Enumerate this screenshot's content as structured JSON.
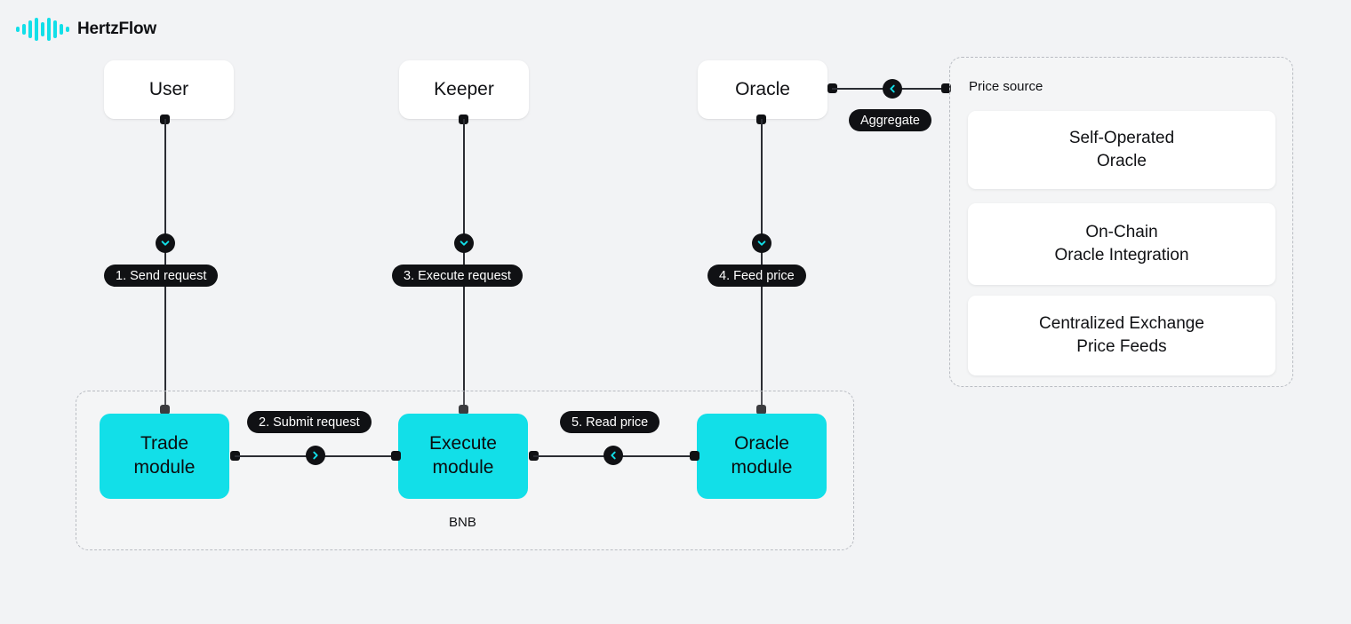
{
  "brand": {
    "name": "HertzFlow",
    "logo_icon": "audio-wave-icon",
    "accent_color": "#12dfe8",
    "bars": [
      6,
      12,
      20,
      26,
      16,
      26,
      20,
      12,
      6
    ]
  },
  "page": {
    "background_color": "#f2f3f5",
    "line_color": "#2b2d33",
    "node_fill": "#12dfe8",
    "label_fill": "#101114"
  },
  "actors": [
    {
      "label": "User"
    },
    {
      "label": "Keeper"
    },
    {
      "label": "Oracle"
    }
  ],
  "chain_group": {
    "caption": "BNB",
    "modules": [
      {
        "line1": "Trade",
        "line2": "module"
      },
      {
        "line1": "Execute",
        "line2": "module"
      },
      {
        "line1": "Oracle",
        "line2": "module"
      }
    ]
  },
  "price_source_panel": {
    "title": "Price source",
    "cards": [
      {
        "line1": "Self-Operated",
        "line2": "Oracle"
      },
      {
        "line1": "On-Chain",
        "line2": "Oracle Integration"
      },
      {
        "line1": "Centralized Exchange",
        "line2": "Price Feeds"
      }
    ]
  },
  "flow_labels": {
    "step1": "1. Send request",
    "step2": "2. Submit request",
    "step3": "3. Execute request",
    "step4": "4. Feed price",
    "step5": "5. Read price",
    "aggregate": "Aggregate"
  }
}
